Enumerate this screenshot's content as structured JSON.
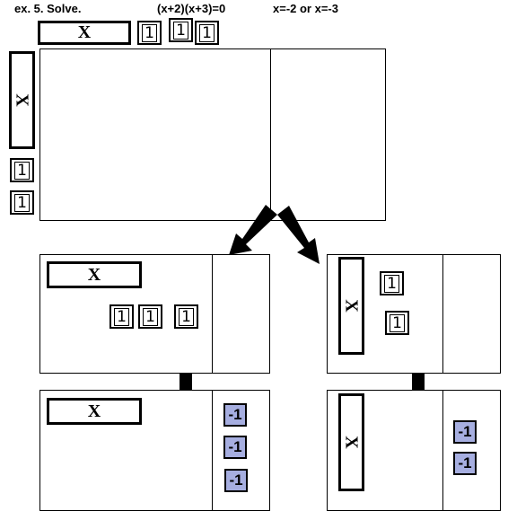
{
  "header": {
    "example_label": "ex. 5. Solve.",
    "factored_equation": "(x+2)(x+3)=0",
    "solution": "x=-2 or x=-3"
  },
  "tiles": {
    "x_label": "X",
    "unit_label": "1",
    "neg_unit_label": "-1"
  },
  "colors": {
    "negative_tile": "#a6aee0",
    "ink": "#000000"
  }
}
